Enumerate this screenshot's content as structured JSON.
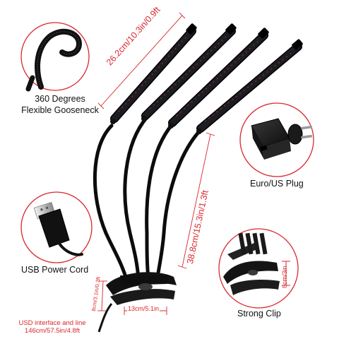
{
  "features": {
    "gooseneck_line1": "360 Degrees",
    "gooseneck_line2": "Flexible Gooseneck",
    "plug": "Euro/US Plug",
    "usb": "USB Power Cord",
    "clip": "Strong Clip"
  },
  "dimensions": {
    "tube_length": "26.2cm/10.3in/0.9ft",
    "neck_length": "38.8cm/15.3in/1.3ft",
    "clip_height": "8cm/3.1in/0.3ft",
    "clip_width": "13cm/5.1in",
    "detail_clip_height": "8cm/3in",
    "cord_line1": "USD interface and line",
    "cord_line2": "146cm/57.5in/4.8ft"
  },
  "colors": {
    "accent_red": "#d9272e",
    "product_black": "#111111",
    "tube_body": "#1e1e24",
    "led_red": "#c0303a"
  }
}
